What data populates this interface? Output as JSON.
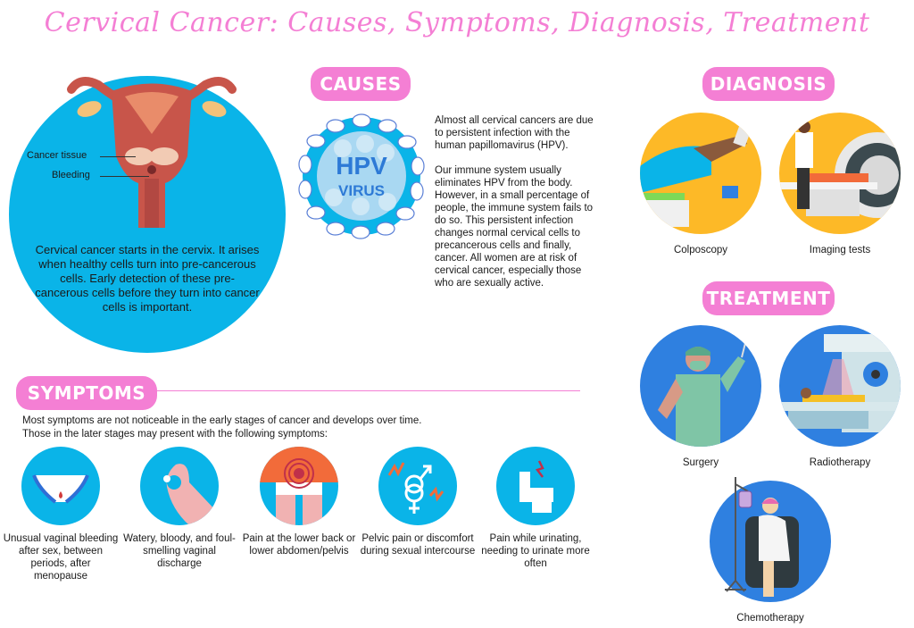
{
  "title": "Cervical Cancer: Causes, Symptoms, Diagnosis, Treatment",
  "colors": {
    "title_pink": "#f47fd4",
    "pill_pink": "#f47fd4",
    "cyan": "#0ab4e8",
    "yellow": "#fdb927",
    "blue": "#2f80e0",
    "uterus": "#c8554a"
  },
  "intro": {
    "labels": {
      "cancer_tissue": "Cancer tissue",
      "bleeding": "Bleeding"
    },
    "text": "Cervical cancer starts in the cervix. It arises when healthy cells turn into pre-cancerous cells. Early detection of these pre-cancerous cells before they turn into cancer cells is important."
  },
  "causes": {
    "heading": "CAUSES",
    "virus_main": "HPV",
    "virus_sub": "VIRUS",
    "paragraphs": [
      "Almost all cervical cancers are due to persistent infection with the human papillomavirus (HPV).",
      "Our immune system usually eliminates HPV from the body. However, in a small percentage of people, the immune system fails to do so. This persistent infection changes normal cervical cells to precancerous cells and finally, cancer. All women are at risk of cervical cancer, especially those who are sexually active."
    ]
  },
  "symptoms": {
    "heading": "SYMPTOMS",
    "intro_line1": "Most symptoms are not noticeable in the early stages of cancer and develops over time.",
    "intro_line2": "Those in the later stages may present with the following symptoms:",
    "items": [
      {
        "icon": "underwear-blood-icon",
        "label": "Unusual vaginal bleeding after sex, between periods, after menopause"
      },
      {
        "icon": "hand-ok-discharge-icon",
        "label": "Watery, bloody, and foul-smelling vaginal discharge"
      },
      {
        "icon": "pelvic-pain-target-icon",
        "label": "Pain at the lower back or lower abdomen/pelvis"
      },
      {
        "icon": "gender-symbols-pain-icon",
        "label": "Pelvic pain or discomfort during sexual intercourse"
      },
      {
        "icon": "toilet-pain-icon",
        "label": "Pain while urinating, needing to urinate more often"
      }
    ]
  },
  "diagnosis": {
    "heading": "DIAGNOSIS",
    "items": [
      {
        "icon": "colposcopy-icon",
        "label": "Colposcopy"
      },
      {
        "icon": "mri-scanner-icon",
        "label": "Imaging tests"
      }
    ]
  },
  "treatment": {
    "heading": "TREATMENT",
    "items": [
      {
        "icon": "surgeon-icon",
        "label": "Surgery"
      },
      {
        "icon": "radiotherapy-machine-icon",
        "label": "Radiotherapy"
      },
      {
        "icon": "chemo-chair-iv-icon",
        "label": "Chemotherapy"
      }
    ]
  }
}
